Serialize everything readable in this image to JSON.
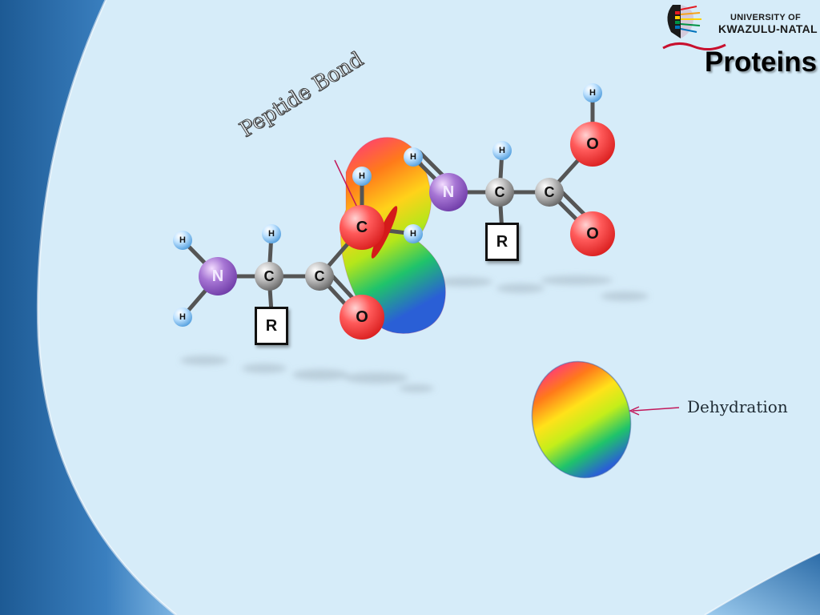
{
  "header": {
    "university_line1": "UNIVERSITY OF",
    "university_line2": "KWAZULU-NATAL",
    "title": "Proteins"
  },
  "labels": {
    "peptide_bond": "Peptide Bond",
    "dehydration": "Dehydration"
  },
  "atoms": {
    "hydrogen": "H",
    "carbon": "C",
    "nitrogen": "N",
    "oxygen": "O",
    "r_group": "R"
  },
  "colors": {
    "background": "#d6ecf9",
    "swoosh": "#2f6fa8",
    "hydrogen": "#5aa8e6",
    "carbon": "#8a8a8a",
    "nitrogen": "#8a53c2",
    "oxygen": "#e52b2b",
    "bond": "#555555",
    "arrow": "#c2185b"
  }
}
